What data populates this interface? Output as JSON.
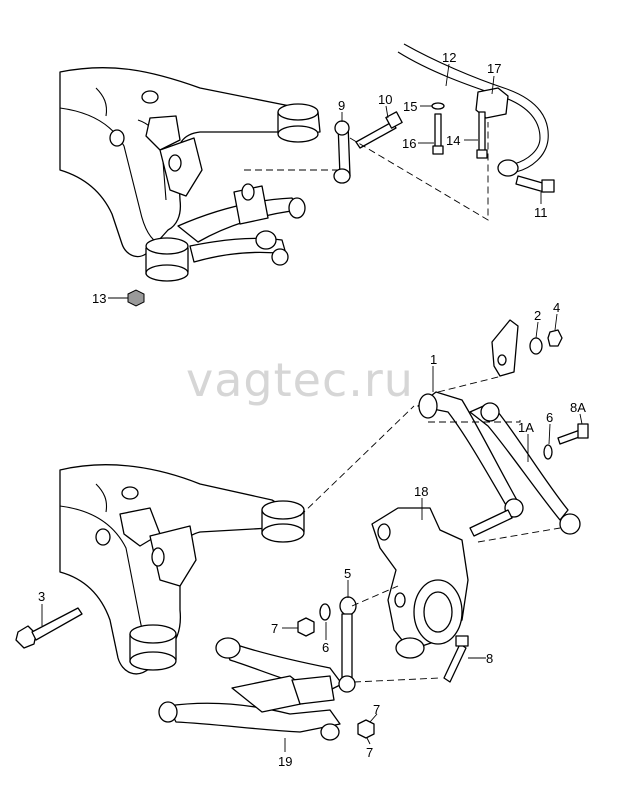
{
  "watermark": "vagtec.ru",
  "callouts": [
    {
      "id": "c1",
      "label": "1"
    },
    {
      "id": "c1a",
      "label": "1A"
    },
    {
      "id": "c2",
      "label": "2"
    },
    {
      "id": "c3",
      "label": "3"
    },
    {
      "id": "c4",
      "label": "4"
    },
    {
      "id": "c5",
      "label": "5"
    },
    {
      "id": "c6a",
      "label": "6"
    },
    {
      "id": "c6b",
      "label": "6"
    },
    {
      "id": "c7a",
      "label": "7"
    },
    {
      "id": "c7b",
      "label": "7"
    },
    {
      "id": "c7c",
      "label": "7"
    },
    {
      "id": "c8",
      "label": "8"
    },
    {
      "id": "c8a",
      "label": "8A"
    },
    {
      "id": "c9",
      "label": "9"
    },
    {
      "id": "c10",
      "label": "10"
    },
    {
      "id": "c11",
      "label": "11"
    },
    {
      "id": "c12",
      "label": "12"
    },
    {
      "id": "c13",
      "label": "13"
    },
    {
      "id": "c14",
      "label": "14"
    },
    {
      "id": "c15",
      "label": "15"
    },
    {
      "id": "c16",
      "label": "16"
    },
    {
      "id": "c17",
      "label": "17"
    },
    {
      "id": "c18",
      "label": "18"
    },
    {
      "id": "c19",
      "label": "19"
    }
  ]
}
